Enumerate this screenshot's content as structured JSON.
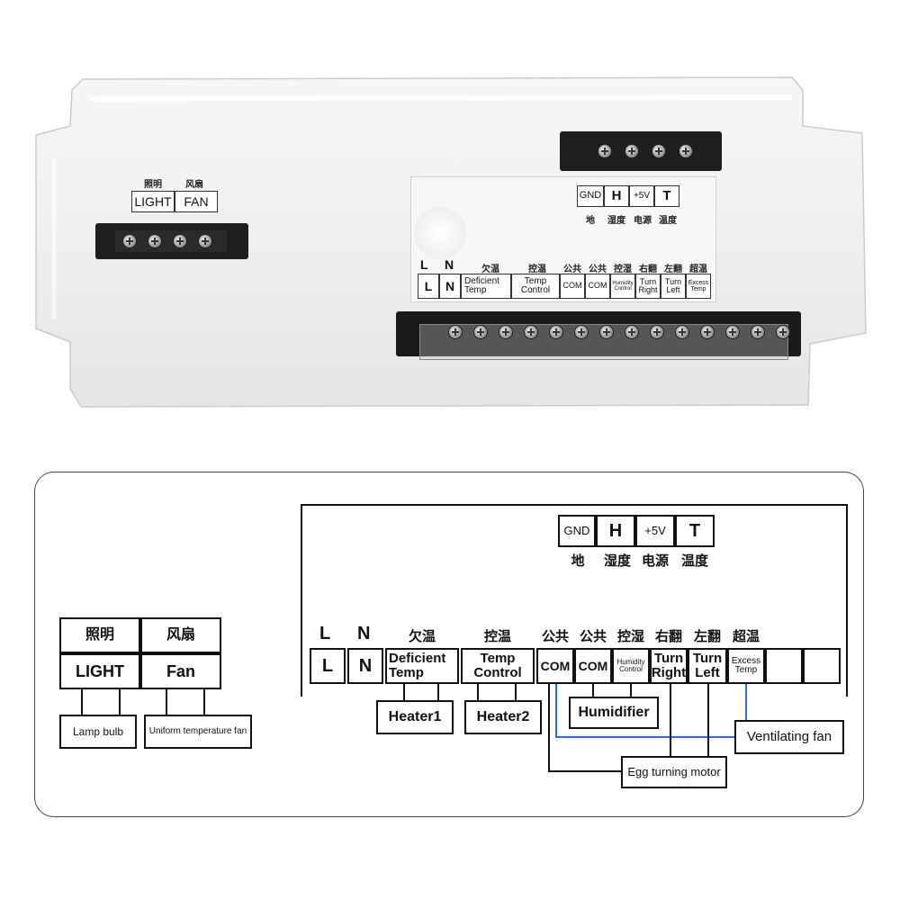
{
  "photo": {
    "small_panel": {
      "cn": [
        "照明",
        "风扇"
      ],
      "en": [
        "LIGHT",
        "FAN"
      ]
    },
    "sensor_panel": {
      "en": [
        "GND",
        "H",
        "+5V",
        "T"
      ],
      "cn": [
        "地",
        "湿度",
        "电源",
        "温度"
      ]
    },
    "main_panel": {
      "top_en": [
        "L",
        "N"
      ],
      "cn": [
        "欠温",
        "控温",
        "公共",
        "公共",
        "控湿",
        "右翻",
        "左翻",
        "超温"
      ],
      "cells": [
        "L",
        "N",
        "Deficient Temp",
        "Temp Control",
        "COM",
        "COM",
        "Humidity Control",
        "Turn Right",
        "Turn Left",
        "Excess Temp"
      ]
    }
  },
  "diagram": {
    "sensor": {
      "en": [
        "GND",
        "H",
        "+5V",
        "T"
      ],
      "cn": [
        "地",
        "湿度",
        "电源",
        "温度"
      ]
    },
    "light_fan": {
      "cn": [
        "照明",
        "风扇"
      ],
      "en": [
        "LIGHT",
        "Fan"
      ]
    },
    "main": {
      "top_en": [
        "L",
        "N"
      ],
      "cn": [
        "欠温",
        "控温",
        "公共",
        "公共",
        "控湿",
        "右翻",
        "左翻",
        "超温"
      ],
      "cells": [
        "L",
        "N",
        "Deficient Temp",
        "Temp Control",
        "COM",
        "COM",
        "Humidity Control",
        "Turn Right",
        "Turn Left",
        "Excess Temp",
        "",
        ""
      ]
    },
    "devices": {
      "lamp": "Lamp bulb",
      "fan": "Uniform temperature fan",
      "heater1": "Heater1",
      "heater2": "Heater2",
      "humidifier": "Humidifier",
      "ventilating": "Ventilating fan",
      "egg_motor": "Egg turning motor"
    },
    "colors": {
      "ventilating_wire": "#2a6fd6",
      "wire": "#111111"
    }
  }
}
